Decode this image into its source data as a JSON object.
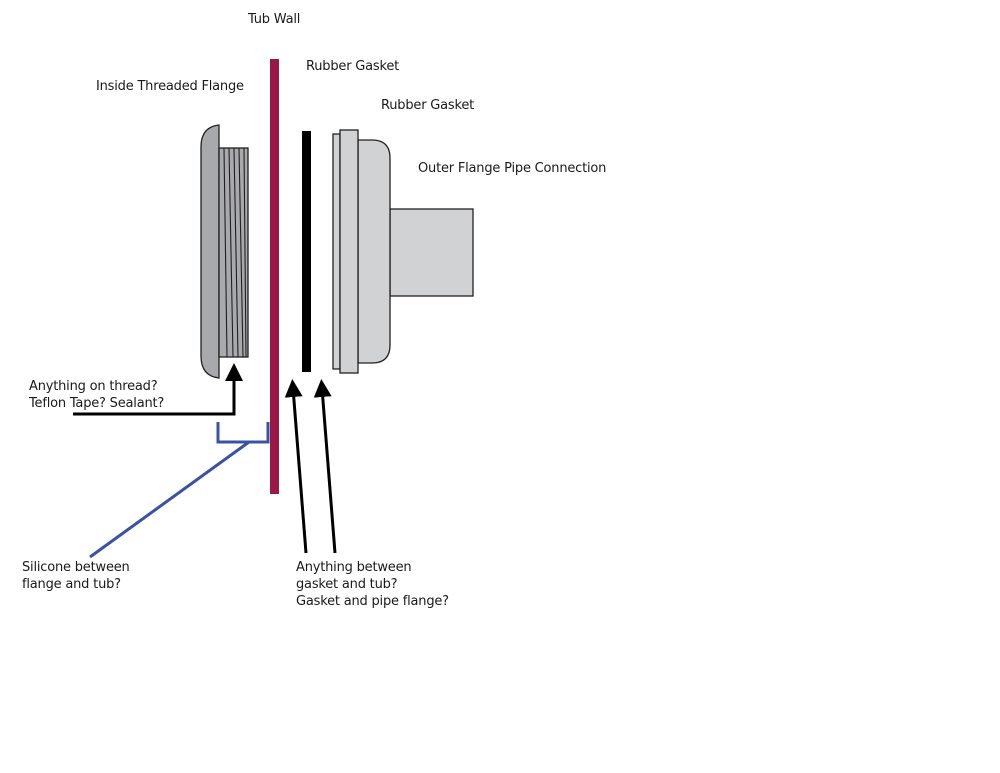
{
  "diagram": {
    "title": "Tub drain flange assembly",
    "colors": {
      "tub_wall": "#9b1746",
      "gasket": "#000000",
      "inner_flange_fill": "#a7a9ac",
      "outer_flange_fill": "#d1d2d4",
      "outline": "#231f20",
      "silicone_callout": "#3953a4",
      "arrow": "#000000"
    },
    "labels": {
      "tub_wall": "Tub Wall",
      "rubber_gasket_1": "Rubber Gasket",
      "rubber_gasket_2": "Rubber Gasket",
      "inside_flange": "Inside Threaded Flange",
      "outer_flange": "Outer Flange Pipe Connection"
    },
    "questions": {
      "thread": [
        "Anything on thread?",
        "Teflon Tape? Sealant?"
      ],
      "silicone": [
        "Silicone between",
        "flange and tub?"
      ],
      "gasket": [
        "Anything between",
        "gasket and tub?",
        "Gasket and pipe flange?"
      ]
    }
  }
}
